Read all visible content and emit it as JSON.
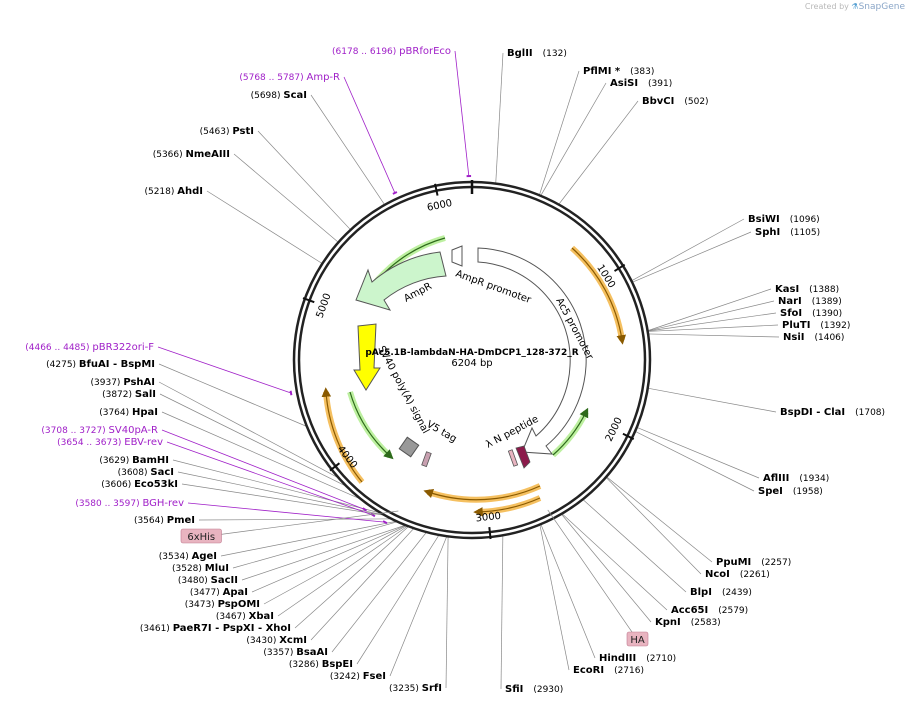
{
  "credit": {
    "prefix": "Created by",
    "brand": "SnapGene"
  },
  "plasmid": {
    "name": "pAc5.1B-lambdaN-HA-DmDCP1_128-372_R",
    "size_label": "6204 bp",
    "length_bp": 6204
  },
  "ticks": [
    {
      "bp": 1000,
      "label": "1000"
    },
    {
      "bp": 2000,
      "label": "2000"
    },
    {
      "bp": 3000,
      "label": "3000"
    },
    {
      "bp": 4000,
      "label": "4000"
    },
    {
      "bp": 5000,
      "label": "5000"
    },
    {
      "bp": 6000,
      "label": "6000"
    }
  ],
  "sites": [
    {
      "name": "BglII",
      "pos": "(132)",
      "bp": 132
    },
    {
      "name": "PflMI *",
      "pos": "(383)",
      "bp": 383
    },
    {
      "name": "AsiSI",
      "pos": "(391)",
      "bp": 391
    },
    {
      "name": "BbvCI",
      "pos": "(502)",
      "bp": 502
    },
    {
      "name": "BsiWI",
      "pos": "(1096)",
      "bp": 1096
    },
    {
      "name": "SphI",
      "pos": "(1105)",
      "bp": 1105
    },
    {
      "name": "KasI",
      "pos": "(1388)",
      "bp": 1388
    },
    {
      "name": "NarI",
      "pos": "(1389)",
      "bp": 1389
    },
    {
      "name": "SfoI",
      "pos": "(1390)",
      "bp": 1390
    },
    {
      "name": "PluTI",
      "pos": "(1392)",
      "bp": 1392
    },
    {
      "name": "NsiI",
      "pos": "(1406)",
      "bp": 1406
    },
    {
      "name": "BspDI - ClaI",
      "pos": "(1708)",
      "bp": 1708
    },
    {
      "name": "AflIII",
      "pos": "(1934)",
      "bp": 1934
    },
    {
      "name": "SpeI",
      "pos": "(1958)",
      "bp": 1958
    },
    {
      "name": "PpuMI",
      "pos": "(2257)",
      "bp": 2257
    },
    {
      "name": "NcoI",
      "pos": "(2261)",
      "bp": 2261
    },
    {
      "name": "BlpI",
      "pos": "(2439)",
      "bp": 2439
    },
    {
      "name": "Acc65I",
      "pos": "(2579)",
      "bp": 2579
    },
    {
      "name": "KpnI",
      "pos": "(2583)",
      "bp": 2583
    },
    {
      "name": "HindIII",
      "pos": "(2710)",
      "bp": 2710
    },
    {
      "name": "EcoRI",
      "pos": "(2716)",
      "bp": 2716
    },
    {
      "name": "SfiI",
      "pos": "(2930)",
      "bp": 2930
    },
    {
      "name": "SrfI",
      "pos": "(3235)",
      "bp": 3235
    },
    {
      "name": "FseI",
      "pos": "(3242)",
      "bp": 3242
    },
    {
      "name": "BspEI",
      "pos": "(3286)",
      "bp": 3286
    },
    {
      "name": "BsaAI",
      "pos": "(3357)",
      "bp": 3357
    },
    {
      "name": "XcmI",
      "pos": "(3430)",
      "bp": 3430
    },
    {
      "name": "PaeR7I - PspXI - XhoI",
      "pos": "(3461)",
      "bp": 3461
    },
    {
      "name": "XbaI",
      "pos": "(3467)",
      "bp": 3467
    },
    {
      "name": "PspOMI",
      "pos": "(3473)",
      "bp": 3473
    },
    {
      "name": "ApaI",
      "pos": "(3477)",
      "bp": 3477
    },
    {
      "name": "SacII",
      "pos": "(3480)",
      "bp": 3480
    },
    {
      "name": "MluI",
      "pos": "(3528)",
      "bp": 3528
    },
    {
      "name": "AgeI",
      "pos": "(3534)",
      "bp": 3534
    },
    {
      "name": "PmeI",
      "pos": "(3564)",
      "bp": 3564
    },
    {
      "name": "Eco53kI",
      "pos": "(3606)",
      "bp": 3606
    },
    {
      "name": "SacI",
      "pos": "(3608)",
      "bp": 3608
    },
    {
      "name": "BamHI",
      "pos": "(3629)",
      "bp": 3629
    },
    {
      "name": "HpaI",
      "pos": "(3764)",
      "bp": 3764
    },
    {
      "name": "SalI",
      "pos": "(3872)",
      "bp": 3872
    },
    {
      "name": "PshAI",
      "pos": "(3937)",
      "bp": 3937
    },
    {
      "name": "BfuAI - BspMI",
      "pos": "(4275)",
      "bp": 4275
    },
    {
      "name": "AhdI",
      "pos": "(5218)",
      "bp": 5218
    },
    {
      "name": "NmeAIII",
      "pos": "(5366)",
      "bp": 5366
    },
    {
      "name": "PstI",
      "pos": "(5463)",
      "bp": 5463
    },
    {
      "name": "ScaI",
      "pos": "(5698)",
      "bp": 5698
    }
  ],
  "primers": [
    {
      "name": "pBRforEco",
      "pos": "(6178 .. 6196)",
      "bp": 6187
    },
    {
      "name": "Amp-R",
      "pos": "(5768 .. 5787)",
      "bp": 5777
    },
    {
      "name": "pBR322ori-F",
      "pos": "(4466 .. 4485)",
      "bp": 4475
    },
    {
      "name": "SV40pA-R",
      "pos": "(3708 .. 3727)",
      "bp": 3717
    },
    {
      "name": "EBV-rev",
      "pos": "(3654 .. 3673)",
      "bp": 3663
    },
    {
      "name": "BGH-rev",
      "pos": "(3580 .. 3597)",
      "bp": 3588
    }
  ],
  "tags": [
    {
      "name": "6xHis",
      "bp": 3550
    },
    {
      "name": "HA",
      "bp": 2640
    }
  ],
  "features": [
    {
      "name": "AmpR promoter",
      "color": "#ffffff"
    },
    {
      "name": "AmpR",
      "color": "#ccf5cc"
    },
    {
      "name": "Ac5 promoter",
      "color": "#ffffff"
    },
    {
      "name": "SV40 poly(A) signal",
      "color": "#ffff00"
    },
    {
      "name": "V5 tag",
      "color": "#999999"
    },
    {
      "name": "λ N peptide",
      "color": "#8b1a4a"
    }
  ],
  "colors": {
    "backbone": "#222222",
    "primer": "#a020c8",
    "orf": "#f5a623",
    "green_arc": "#7ac943",
    "tag_fill": "#e8b4c0"
  }
}
